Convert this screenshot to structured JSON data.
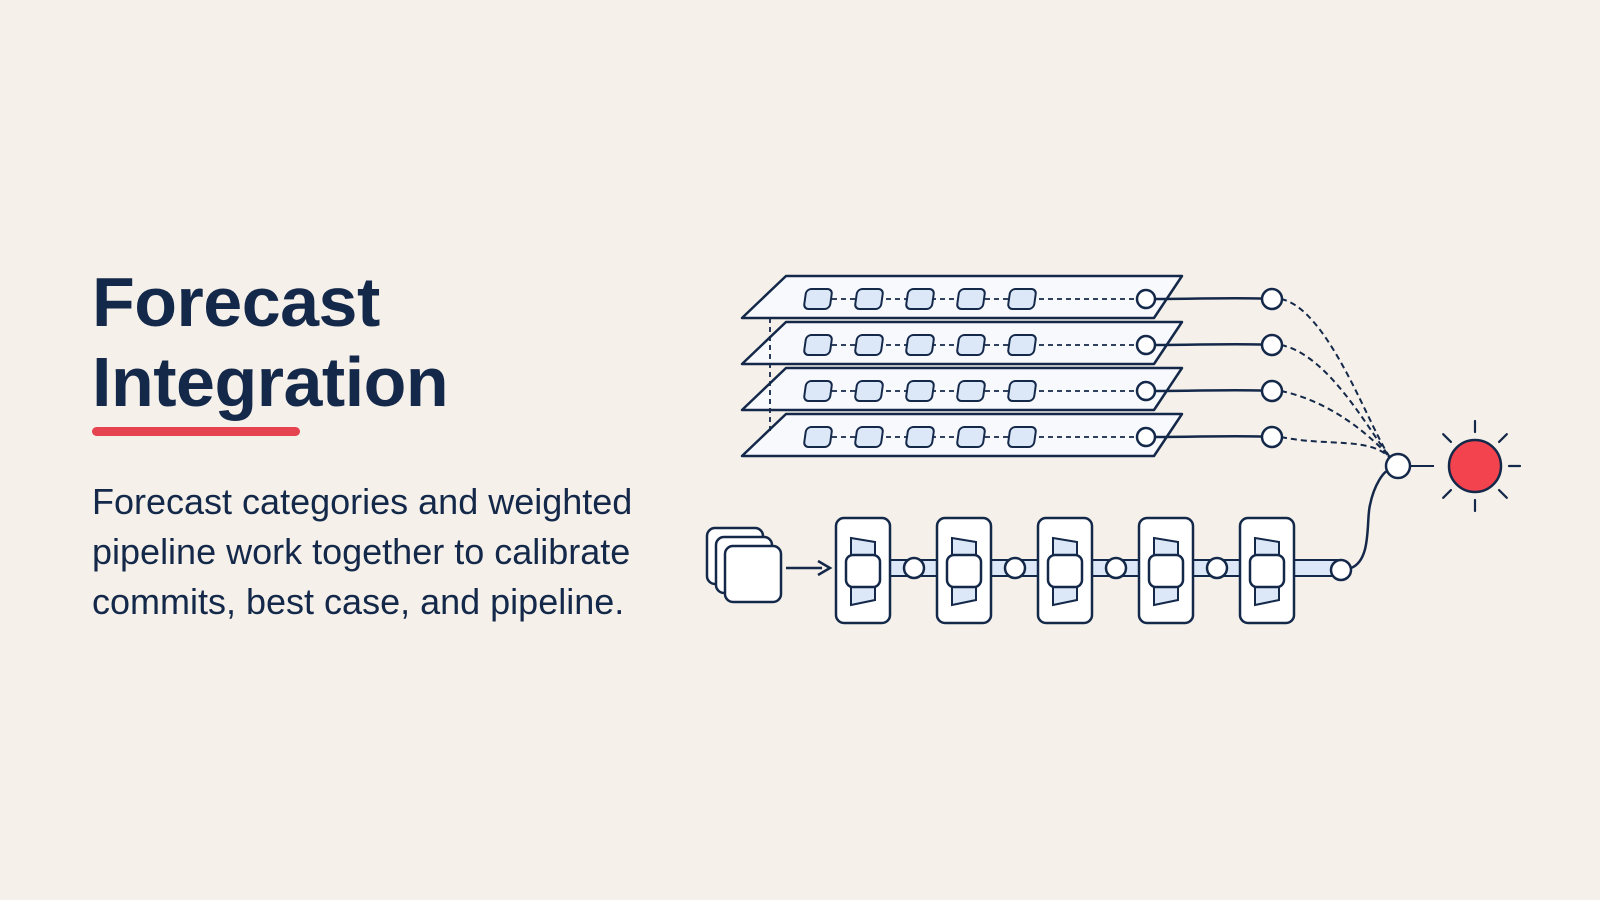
{
  "slide": {
    "title_line1": "Forecast",
    "title_line2": "Integration",
    "body": "Forecast categories and weighted pipeline work together to calibrate commits, best case, and pipeline."
  },
  "diagram": {
    "layer_count": 4,
    "nodes_per_layer": 5,
    "pipeline_stage_count": 5,
    "output_icon": "sun-icon"
  },
  "colors": {
    "background": "#f5f1ea",
    "text": "#14284a",
    "accent": "#e5434f",
    "output": "#f2434e",
    "node_fill": "#dce8f7"
  }
}
